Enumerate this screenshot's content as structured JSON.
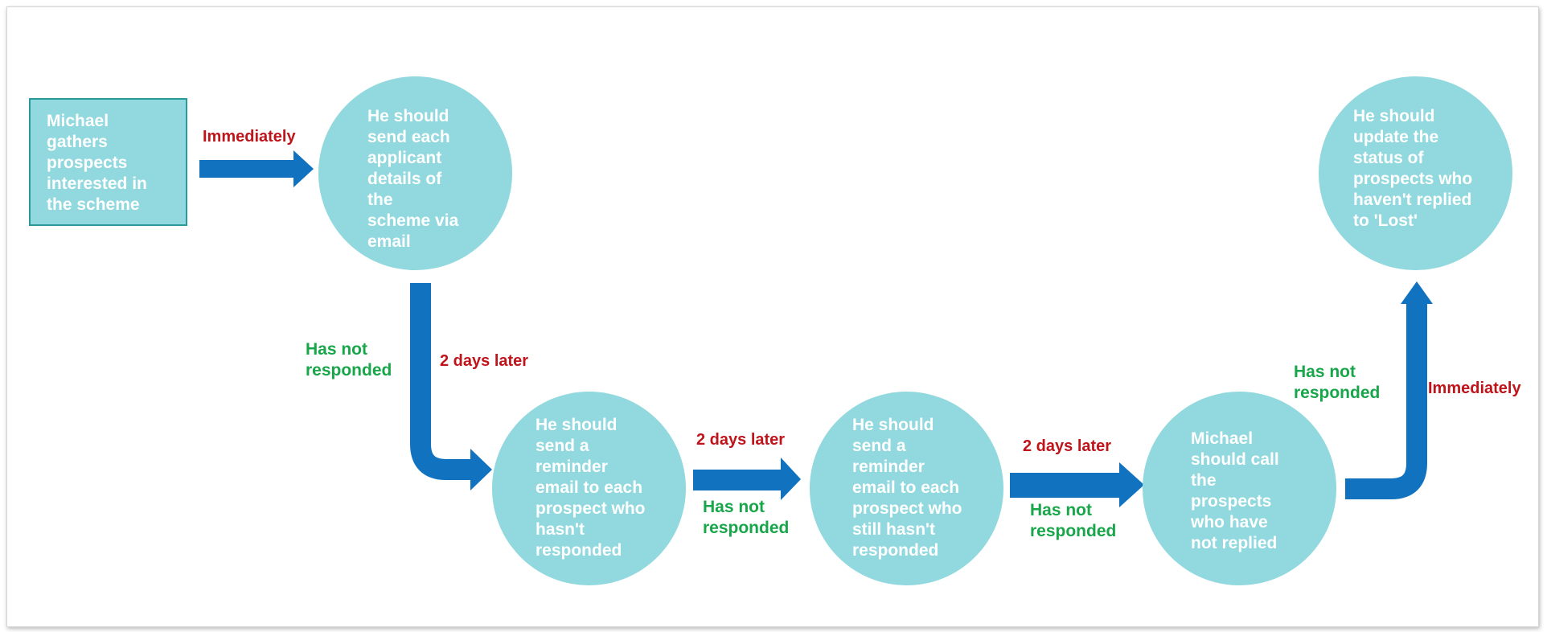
{
  "colors": {
    "node_fill": "#91d9de",
    "node_border": "#2a9999",
    "node_text": "#ffffff",
    "arrow": "#1172c0",
    "timing_label": "#c0141b",
    "condition_label": "#18a64a"
  },
  "nodes": {
    "start": "Michael\ngathers\nprospects\ninterested in\nthe scheme",
    "send_details": "He should\nsend each\napplicant\ndetails of\nthe\nscheme via\nemail",
    "reminder_1": "He should\nsend a\nreminder\nemail to each\nprospect who\nhasn't\nresponded",
    "reminder_2": "He should\nsend a\nreminder\nemail to each\nprospect who\nstill hasn't\nresponded",
    "call": "Michael\nshould call\nthe\nprospects\nwho have\nnot replied",
    "update_status": "He should\nupdate the\nstatus of\nprospects who\nhaven't replied\nto 'Lost'"
  },
  "labels": {
    "immediately_1": "Immediately",
    "two_days_1": "2 days later",
    "not_responded_1": "Has not\nresponded",
    "two_days_2": "2 days later",
    "not_responded_2": "Has not\nresponded",
    "two_days_3": "2 days later",
    "not_responded_3": "Has not\nresponded",
    "not_responded_4": "Has not\nresponded",
    "immediately_2": "Immediately"
  }
}
